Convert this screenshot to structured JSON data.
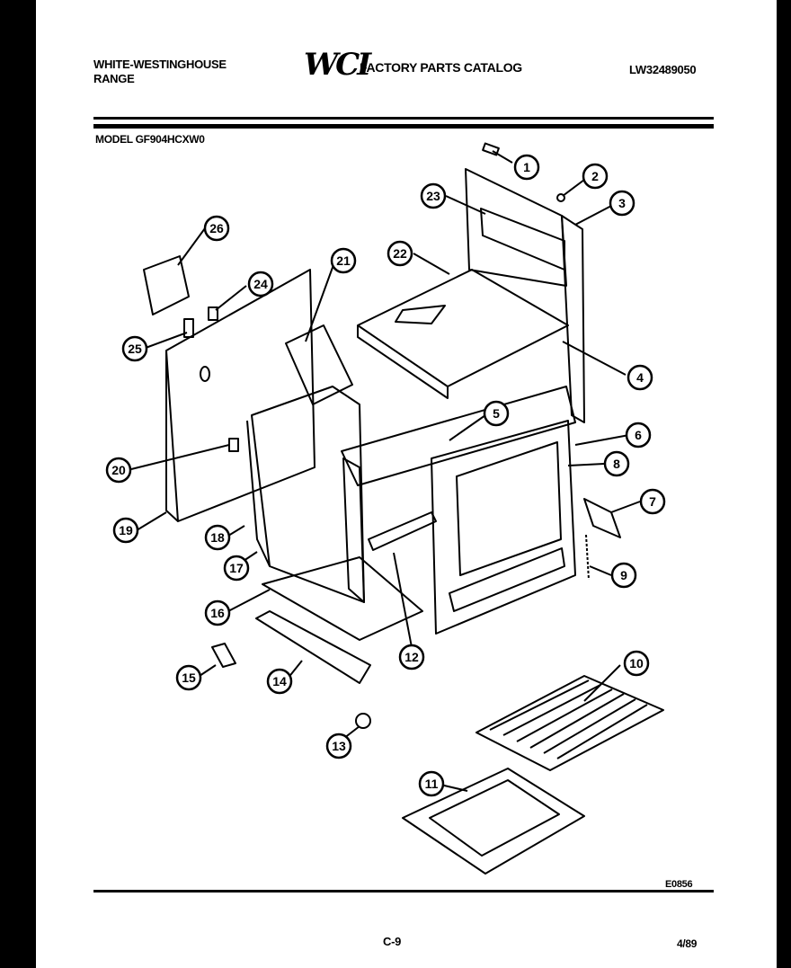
{
  "header": {
    "brand_line1": "WHITE-WESTINGHOUSE",
    "brand_line2": "RANGE",
    "logo": "WCI",
    "catalog_title": "FACTORY PARTS CATALOG",
    "document_number": "LW32489050",
    "model": "MODEL GF904HCXW0"
  },
  "footer": {
    "reference_code": "E0856",
    "page_label": "C-9",
    "date": "4/89"
  },
  "callouts": [
    "1",
    "2",
    "3",
    "4",
    "5",
    "6",
    "7",
    "8",
    "9",
    "10",
    "11",
    "12",
    "13",
    "14",
    "15",
    "16",
    "17",
    "18",
    "19",
    "20",
    "21",
    "22",
    "23",
    "24",
    "25",
    "26"
  ],
  "colors": {
    "ink": "#000000",
    "paper": "#ffffff",
    "frame": "#000000"
  }
}
